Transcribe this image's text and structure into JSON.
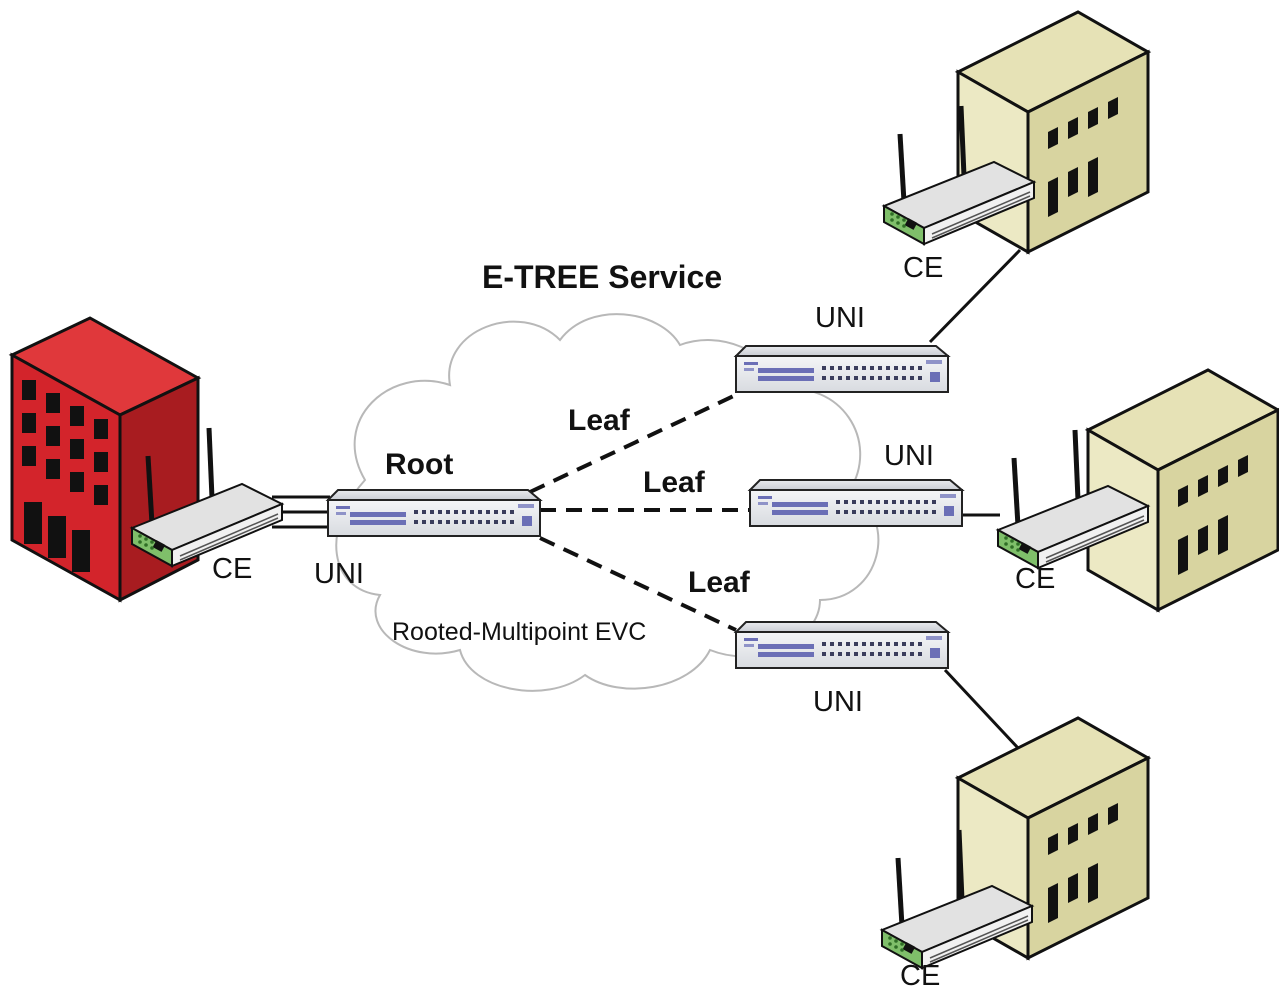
{
  "title": "E-TREE Service",
  "evc_label": "Rooted-Multipoint EVC",
  "root": {
    "label": "Root",
    "uni_label": "UNI",
    "ce_label": "CE"
  },
  "leaves": [
    {
      "link_label": "Leaf",
      "uni_label": "UNI",
      "ce_label": "CE"
    },
    {
      "link_label": "Leaf",
      "uni_label": "UNI",
      "ce_label": "CE"
    },
    {
      "link_label": "Leaf",
      "uni_label": "UNI",
      "ce_label": "CE"
    }
  ],
  "colors": {
    "root_building": "#d3242b",
    "leaf_building": "#d8d4a0",
    "router_green": "#7fbf6a",
    "switch_accent": "#6b6fb6",
    "cloud_stroke": "#b8b8b8"
  },
  "icons": [
    "building-icon",
    "wireless-router-icon",
    "network-switch-icon",
    "cloud-icon"
  ]
}
